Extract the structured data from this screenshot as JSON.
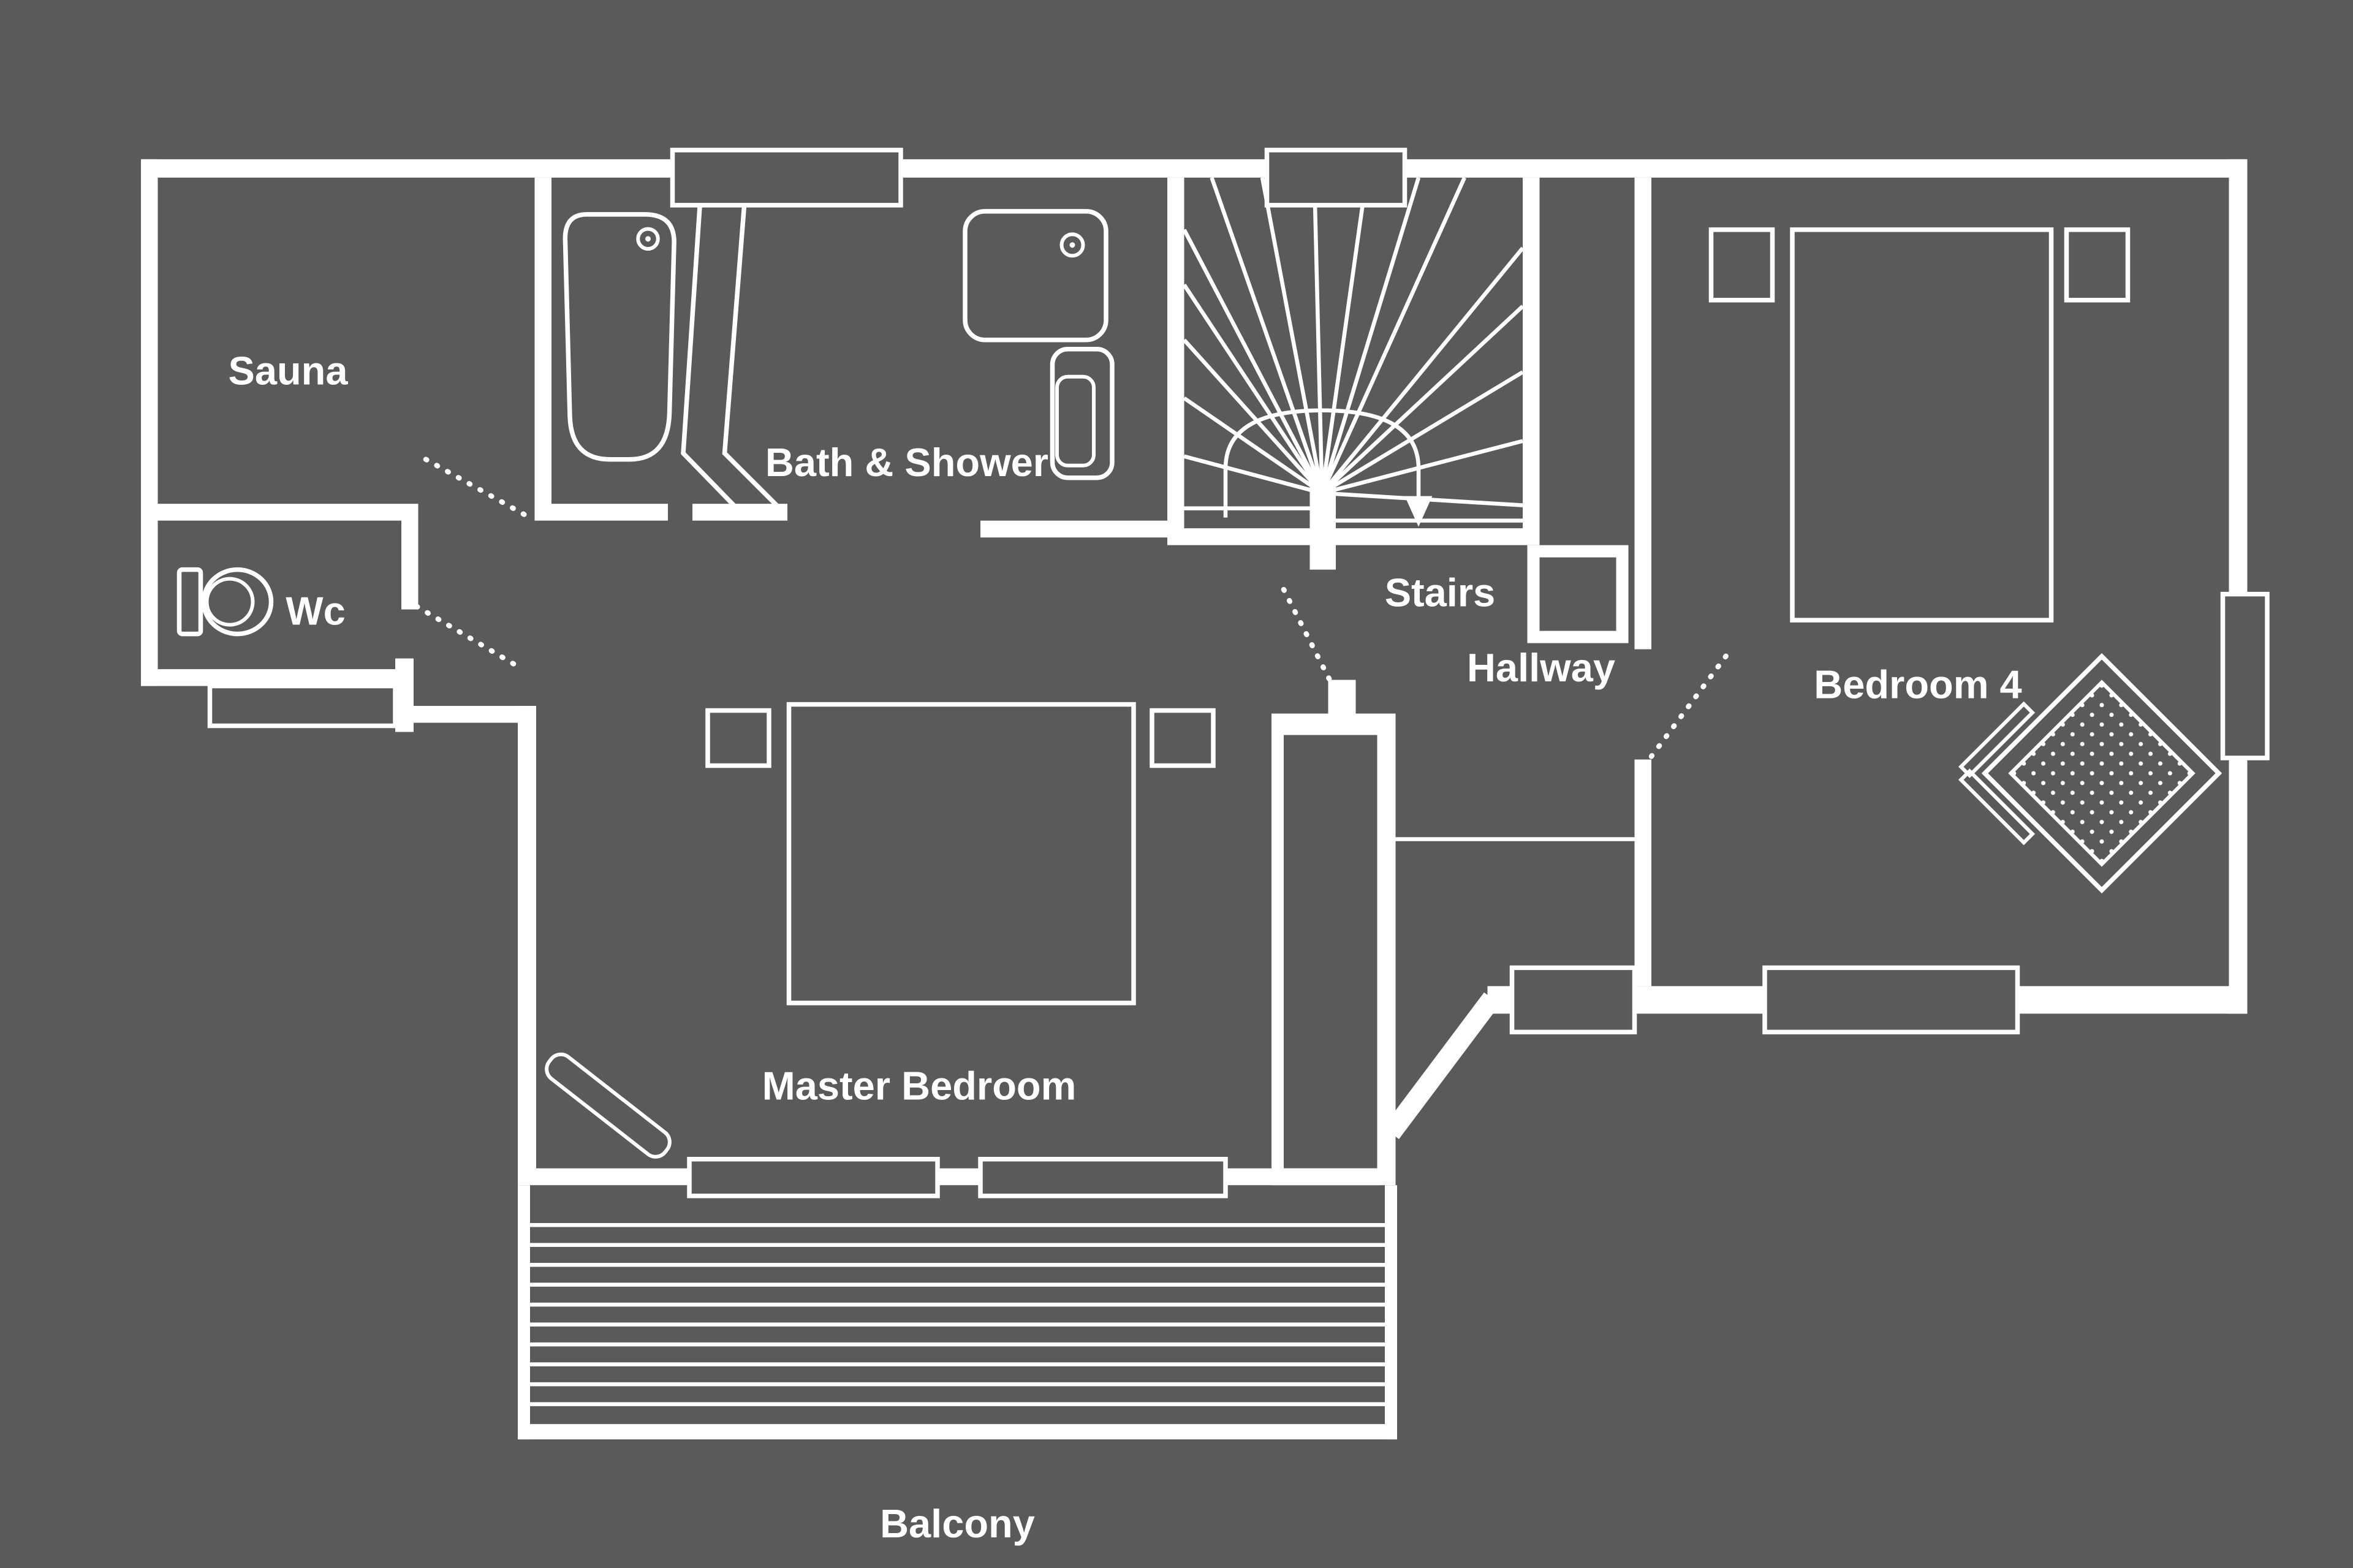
{
  "figure_type": "floor-plan",
  "colors": {
    "background": "#595a5c",
    "walls": "#ffffff",
    "text": "#ffffff"
  },
  "rooms": {
    "sauna": {
      "label": "Sauna"
    },
    "wc": {
      "label": "Wc"
    },
    "bath_shower": {
      "label": "Bath & Shower"
    },
    "stairs": {
      "label": "Stairs",
      "direction_arrow": "down"
    },
    "hallway": {
      "label": "Hallway"
    },
    "bedroom4": {
      "label": "Bedroom 4"
    },
    "master_bedroom": {
      "label": "Master Bedroom"
    },
    "balcony": {
      "label": "Balcony"
    }
  },
  "fixtures": [
    "bathtub-icon",
    "shower-screen-icon",
    "shower-tray-icon",
    "basin-icon",
    "toilet-icon",
    "double-bed-icon",
    "nightstand-icon",
    "wardrobe-icon",
    "armchair-icon",
    "shelf-icon",
    "winder-staircase-icon",
    "down-arrow-icon",
    "window-icon",
    "door-swing-icon",
    "balcony-decking-icon"
  ],
  "window_count": 8,
  "door_count": 4
}
